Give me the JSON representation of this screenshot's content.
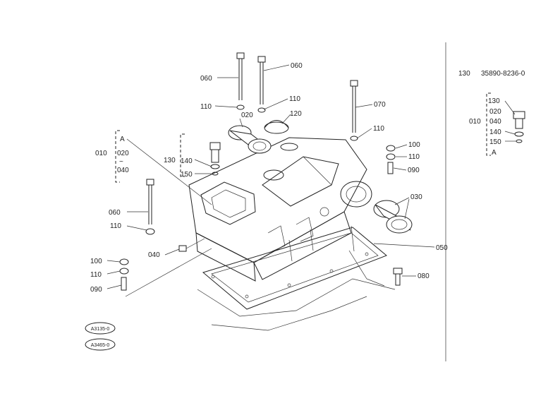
{
  "diagram": {
    "callouts": [
      {
        "id": "c060a",
        "text": "060"
      },
      {
        "id": "c060b",
        "text": "060"
      },
      {
        "id": "c110a",
        "text": "110"
      },
      {
        "id": "c110b",
        "text": "110"
      },
      {
        "id": "c020a",
        "text": "020"
      },
      {
        "id": "c120",
        "text": "120"
      },
      {
        "id": "c070",
        "text": "070"
      },
      {
        "id": "c110c",
        "text": "110"
      },
      {
        "id": "c100a",
        "text": "100"
      },
      {
        "id": "c110d",
        "text": "110"
      },
      {
        "id": "c090a",
        "text": "090"
      },
      {
        "id": "c030",
        "text": "030"
      },
      {
        "id": "c050",
        "text": "050"
      },
      {
        "id": "c080",
        "text": "080"
      },
      {
        "id": "cA",
        "text": "A"
      },
      {
        "id": "c010",
        "text": "010"
      },
      {
        "id": "c020b",
        "text": "020"
      },
      {
        "id": "c040a",
        "text": "040"
      },
      {
        "id": "c130",
        "text": "130"
      },
      {
        "id": "c140",
        "text": "140"
      },
      {
        "id": "c150",
        "text": "150"
      },
      {
        "id": "c060c",
        "text": "060"
      },
      {
        "id": "c110e",
        "text": "110"
      },
      {
        "id": "c040b",
        "text": "040"
      },
      {
        "id": "c100b",
        "text": "100"
      },
      {
        "id": "c110f",
        "text": "110"
      },
      {
        "id": "c090b",
        "text": "090"
      }
    ],
    "refs": [
      "A3135-0",
      "A3465-0"
    ]
  },
  "sidebar": {
    "index": "130",
    "part_number": "35890-8236-0",
    "items": [
      "130",
      "020",
      "010",
      "040",
      "140",
      "150",
      "A"
    ]
  }
}
